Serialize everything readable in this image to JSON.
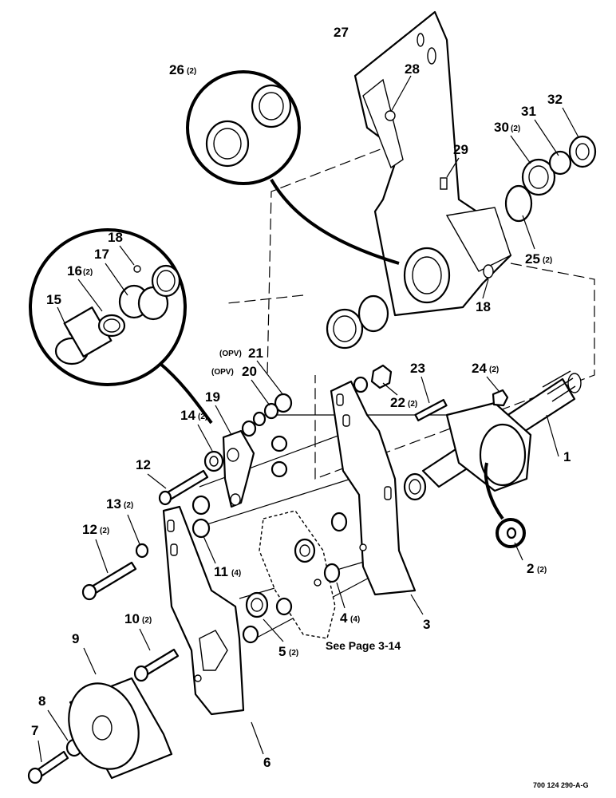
{
  "callouts": [
    {
      "id": "27",
      "qty": ""
    },
    {
      "id": "28",
      "qty": ""
    },
    {
      "id": "26",
      "qty": "(2)"
    },
    {
      "id": "32",
      "qty": ""
    },
    {
      "id": "31",
      "qty": ""
    },
    {
      "id": "30",
      "qty": "(2)"
    },
    {
      "id": "29",
      "qty": ""
    },
    {
      "id": "25",
      "qty": "(2)"
    },
    {
      "id": "18",
      "qty": ""
    },
    {
      "id": "17",
      "qty": ""
    },
    {
      "id": "16",
      "qty": "(2)"
    },
    {
      "id": "15",
      "qty": ""
    },
    {
      "id": "18",
      "qty": ""
    },
    {
      "id": "21",
      "qty": "",
      "prefix": "(OPV)"
    },
    {
      "id": "20",
      "qty": "",
      "prefix": "(OPV)"
    },
    {
      "id": "23",
      "qty": ""
    },
    {
      "id": "24",
      "qty": "(2)"
    },
    {
      "id": "22",
      "qty": "(2)"
    },
    {
      "id": "19",
      "qty": ""
    },
    {
      "id": "14",
      "qty": "(2)"
    },
    {
      "id": "1",
      "qty": ""
    },
    {
      "id": "12",
      "qty": ""
    },
    {
      "id": "13",
      "qty": "(2)"
    },
    {
      "id": "12",
      "qty": "(2)"
    },
    {
      "id": "11",
      "qty": "(4)"
    },
    {
      "id": "2",
      "qty": "(2)"
    },
    {
      "id": "4",
      "qty": "(4)"
    },
    {
      "id": "3",
      "qty": ""
    },
    {
      "id": "10",
      "qty": "(2)"
    },
    {
      "id": "5",
      "qty": "(2)"
    },
    {
      "id": "9",
      "qty": ""
    },
    {
      "id": "8",
      "qty": ""
    },
    {
      "id": "7",
      "qty": ""
    },
    {
      "id": "6",
      "qty": ""
    }
  ],
  "note": "See Page 3-14",
  "drawing_code": "700 124 290-A-G"
}
